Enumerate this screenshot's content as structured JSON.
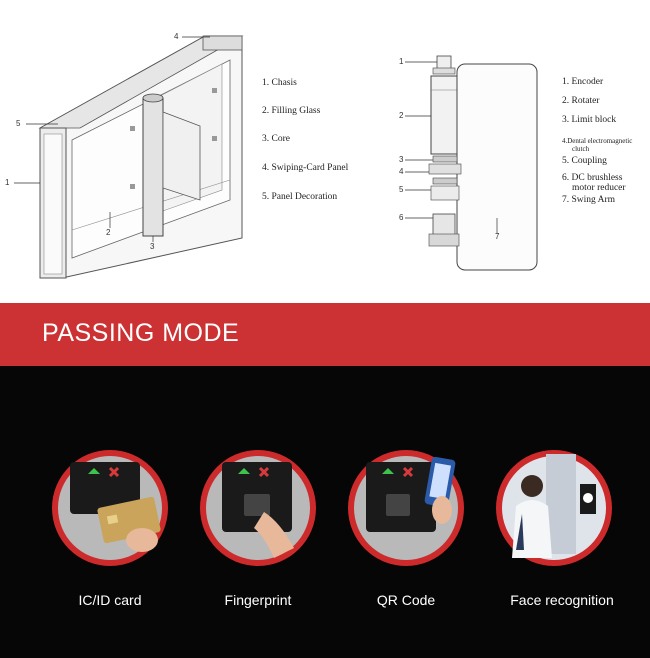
{
  "diagram_left": {
    "legend": [
      "1. Chasis",
      "2. Filling Glass",
      "3. Core",
      "4. Swiping-Card Panel",
      "5. Panel Decoration"
    ],
    "callouts": [
      "1",
      "2",
      "3",
      "4",
      "5"
    ]
  },
  "diagram_right": {
    "legend": [
      "1. Encoder",
      "2. Rotater",
      "3. Limit block",
      "4.Dental electromagnetic",
      "clutch",
      "5. Coupling",
      "6. DC brushless",
      "motor reducer",
      "7. Swing Arm"
    ],
    "callouts": [
      "1",
      "2",
      "3",
      "4",
      "5",
      "6",
      "7"
    ]
  },
  "banner": {
    "title": "PASSING MODE",
    "color": "#cc3233"
  },
  "modes": [
    {
      "label": "IC/ID card",
      "icon": "card-reader-icon"
    },
    {
      "label": "Fingerprint",
      "icon": "fingerprint-icon"
    },
    {
      "label": "QR Code",
      "icon": "qr-code-icon"
    },
    {
      "label": "Face recognition",
      "icon": "face-recognition-icon"
    }
  ]
}
